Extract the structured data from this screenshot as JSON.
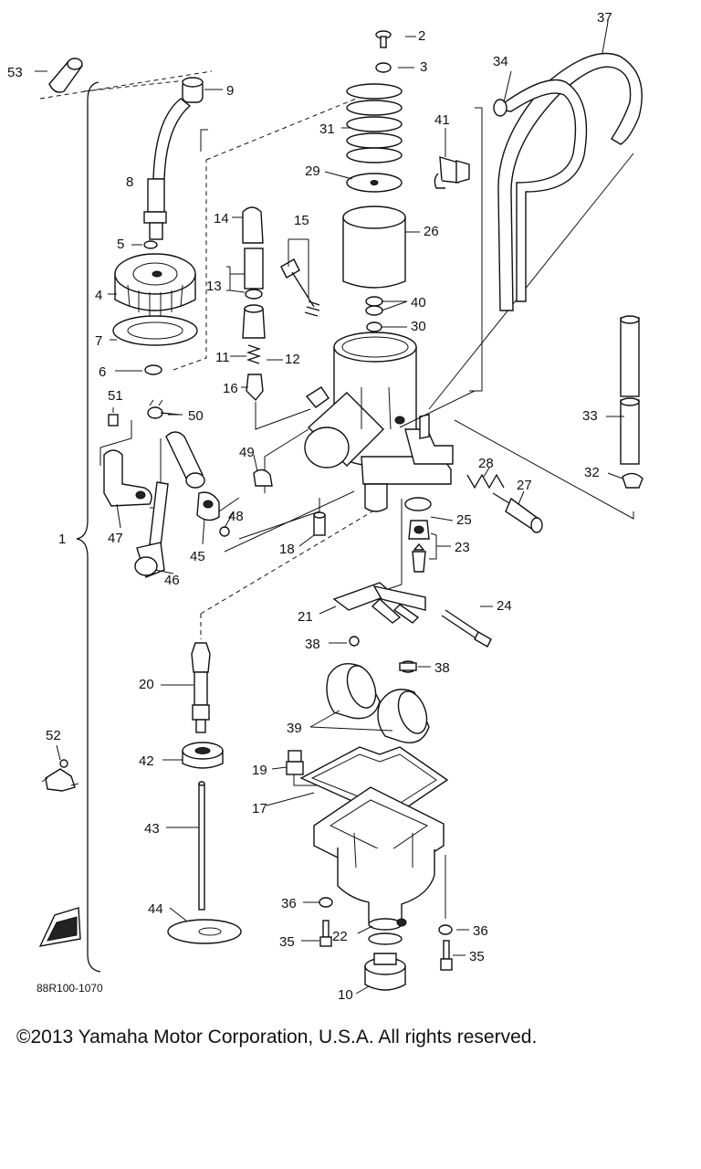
{
  "diagram": {
    "drawing_code": "88R100-1070",
    "assembly_callout": "1",
    "part_numbers": [
      "2",
      "3",
      "4",
      "5",
      "6",
      "7",
      "8",
      "9",
      "10",
      "11",
      "12",
      "13",
      "14",
      "15",
      "16",
      "17",
      "18",
      "19",
      "20",
      "21",
      "22",
      "23",
      "24",
      "25",
      "26",
      "27",
      "28",
      "29",
      "30",
      "31",
      "32",
      "33",
      "34",
      "35",
      "35",
      "36",
      "36",
      "37",
      "38",
      "38",
      "39",
      "40",
      "41",
      "42",
      "43",
      "44",
      "45",
      "46",
      "47",
      "48",
      "49",
      "50",
      "51",
      "52",
      "53"
    ]
  },
  "footer": {
    "copyright": "©2013 Yamaha Motor Corporation, U.S.A. All rights reserved."
  }
}
